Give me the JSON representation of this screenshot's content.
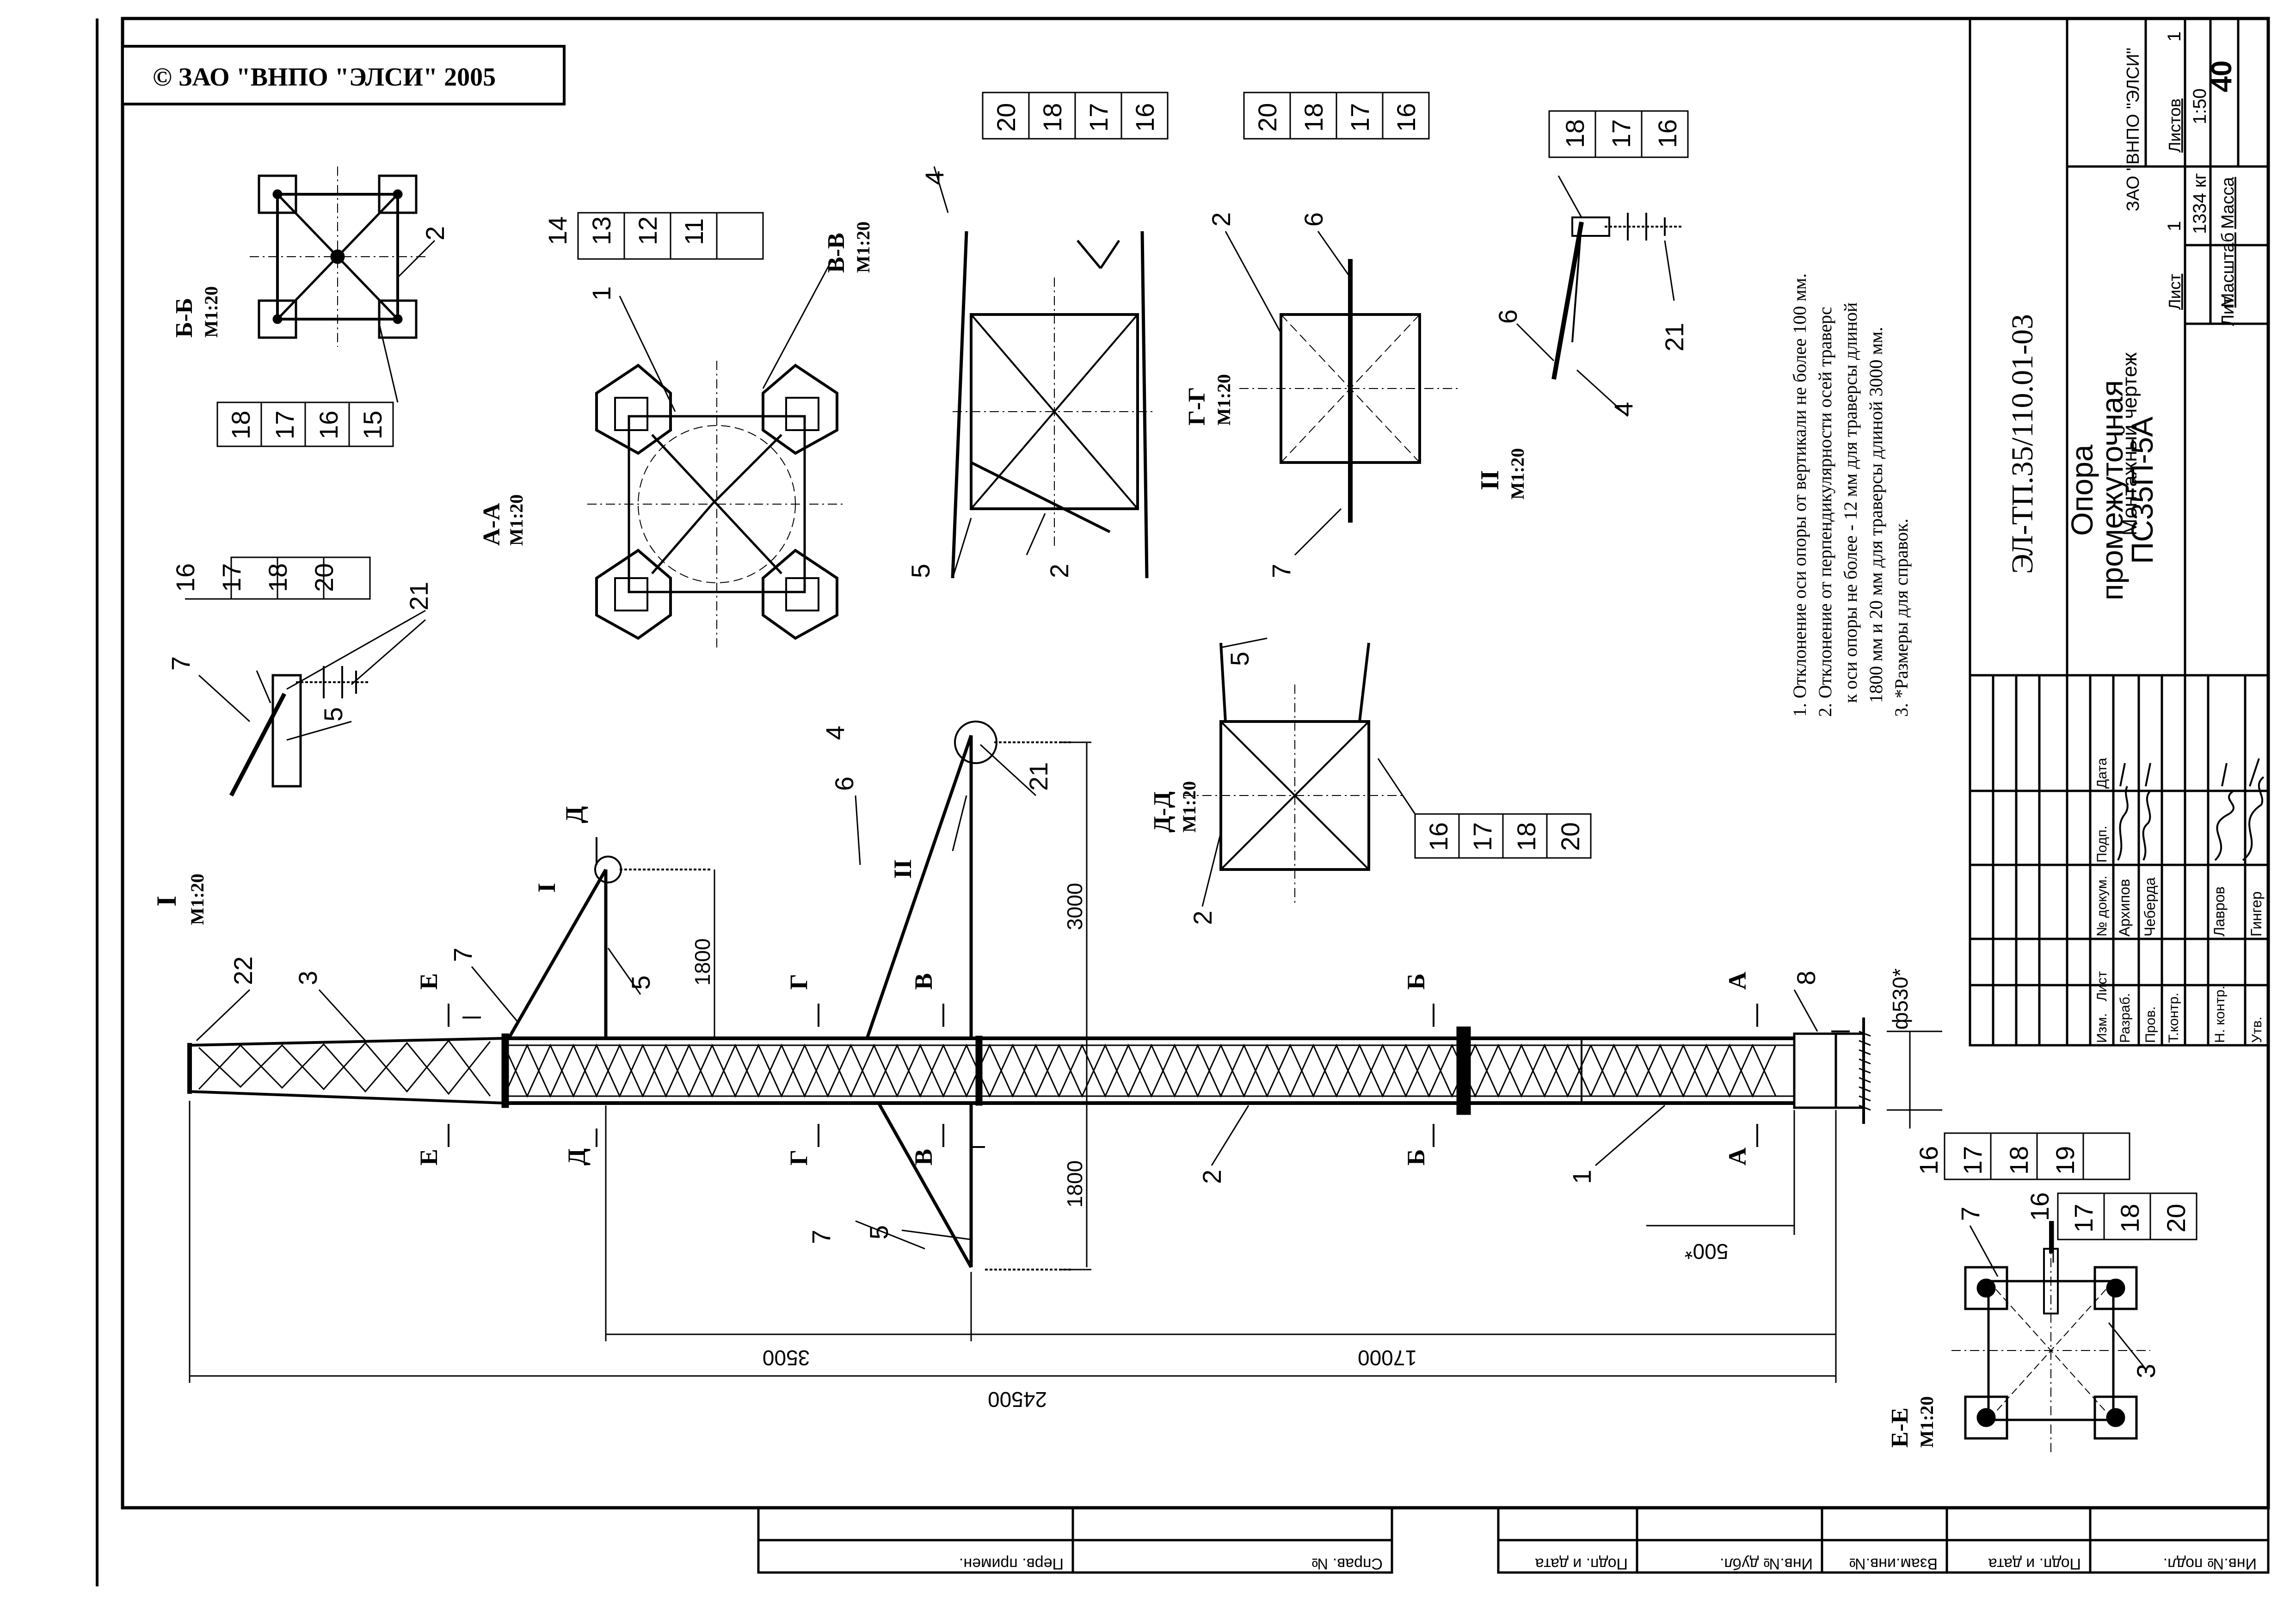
{
  "copyright": "© ЗАО \"ВНПО \"ЭЛСИ\" 2005",
  "title_block": {
    "doc_number": "ЭЛ-ТП.35/110.01-03",
    "title": [
      "Опора",
      "промежуточная",
      "ПС35П-5А"
    ],
    "drawing_type": "Монтажный чертеж",
    "organization": "ЗАО \"ВНПО \"ЭЛСИ\"",
    "sheet_number": "40",
    "header_lit": "Лит.",
    "header_mass": "Масса",
    "header_scale": "Масштаб",
    "mass": "1334 кг",
    "scale": "1:50",
    "sheet_label": "Лист",
    "sheet_value": "1",
    "sheets_label": "Листов",
    "sheets_value": "1",
    "rev_headers": [
      "Изм.",
      "Лист",
      "№ докум.",
      "Подп.",
      "Дата"
    ],
    "roles": [
      "Разраб.",
      "Пров.",
      "Т.контр.",
      "",
      "Н. контр.",
      "Утв."
    ],
    "names": [
      "Архипов",
      "Чеберда",
      "",
      "",
      "Лавров",
      "Гингер"
    ]
  },
  "notes": [
    "1. Отклонение оси опоры от вертикали не более 100 мм.",
    "2. Отклонение от перпендикулярности осей траверс",
    "к оси опоры не более - 12 мм для траверсы длиной",
    "1800 мм и 20 мм для траверсы длиной 3000 мм.",
    "3. *Размеры для справок."
  ],
  "bottom_stamp": [
    "Инв.№ подл.",
    "Подп. и дата",
    "Взам.инв.№",
    "Инв.№ дубл.",
    "Подп. и дата"
  ],
  "left_stamp": [
    "Справ. №",
    "Перв. примен."
  ],
  "dimensions": {
    "total": "24500",
    "d17000": "17000",
    "d3500": "3500",
    "d3000": "3000",
    "d1800a": "1800",
    "d1800b": "1800",
    "d500": "500*",
    "d530": "ф530*"
  },
  "section_titles": {
    "I": "I",
    "II": "II",
    "AA": "А-А",
    "BB": "Б-Б",
    "VV": "В-В",
    "GG": "Г-Г",
    "DD": "Д-Д",
    "EE": "Е-Е",
    "scale": "М1:20"
  },
  "cut_marks": {
    "A": "А",
    "B": "Б",
    "V": "В",
    "G": "Г",
    "D": "Д",
    "E": "Е",
    "I": "I",
    "II": "II"
  },
  "callouts": {
    "tower": [
      "22",
      "3",
      "7",
      "5",
      "6",
      "4",
      "21",
      "8",
      "2",
      "1",
      "7",
      "5"
    ],
    "view_I": [
      "16",
      "17",
      "18",
      "20",
      "21",
      "7",
      "5"
    ],
    "view_BB": [
      "18",
      "17",
      "16",
      "15",
      "2"
    ],
    "view_AA": [
      "14",
      "13",
      "12",
      "11",
      "1"
    ],
    "view_VV": [
      "20",
      "18",
      "17",
      "16",
      "4",
      "5",
      "2"
    ],
    "view_GG": [
      "20",
      "18",
      "17",
      "16",
      "2",
      "6",
      "7"
    ],
    "view_II": [
      "18",
      "17",
      "16",
      "6",
      "21",
      "4"
    ],
    "view_DD": [
      "5",
      "16",
      "17",
      "18",
      "20",
      "2"
    ],
    "right_table_a": [
      "16",
      "17",
      "18",
      "19"
    ],
    "view_EE": [
      "7",
      "16",
      "17",
      "18",
      "20",
      "3"
    ]
  }
}
